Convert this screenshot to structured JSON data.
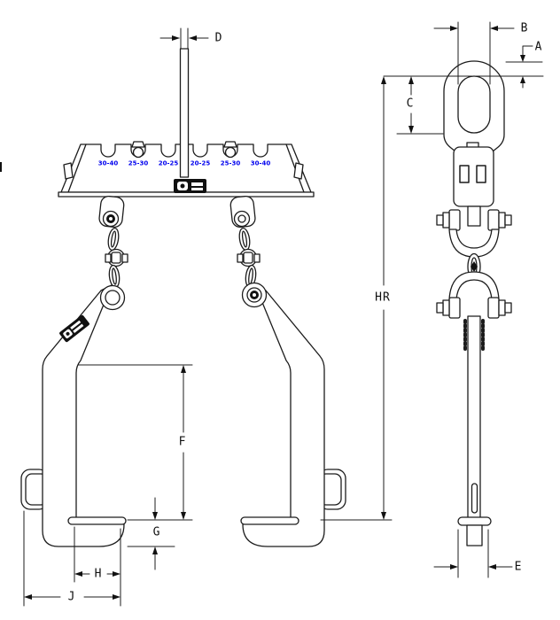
{
  "drawing": {
    "dimension_labels": {
      "a": "A",
      "b": "B",
      "c": "C",
      "d": "D",
      "e": "E",
      "f": "F",
      "g": "G",
      "h": "H",
      "hr": "HR",
      "j": "J"
    },
    "capacity_labels": [
      "30-40",
      "25-30",
      "20-25",
      "20-25",
      "25-30",
      "30-40"
    ],
    "colors": {
      "line_color": "#1c1c1c",
      "capacity_label_color": "#0000ee",
      "nameplate_color": "#111111",
      "background": "#ffffff"
    }
  }
}
